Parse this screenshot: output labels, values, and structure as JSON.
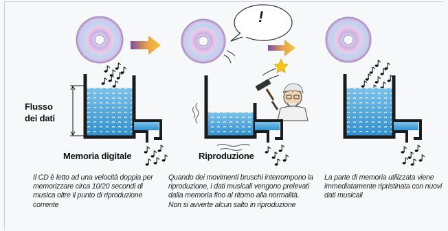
{
  "labels": {
    "flow": "Flusso dei dati",
    "memory": "Memoria digitale",
    "playback": "Riproduzione",
    "exclaim": "!"
  },
  "captions": {
    "left": "Il CD è letto ad una velocità doppia per memorizzare circa 10/20 secondi di musica oltre il punto di riproduzione corrente",
    "middle": "Quando dei movimenti bruschi interrompono la riproduzione, i dati musicali vengono prelevati dalla memoria fino al ritorno alla normalità. Non si avverte alcun salto in riproduzione",
    "right": "La parte di memoria utilizzata viene immediatamente ripristinata con nuovi dati musicali"
  },
  "colors": {
    "water": "#4aa6dc",
    "water_light": "#9fd3f0",
    "tank": "#1b1b1b",
    "arrow_start": "#7a4fa0",
    "arrow_end": "#f2c630",
    "star": "#f5c518"
  }
}
